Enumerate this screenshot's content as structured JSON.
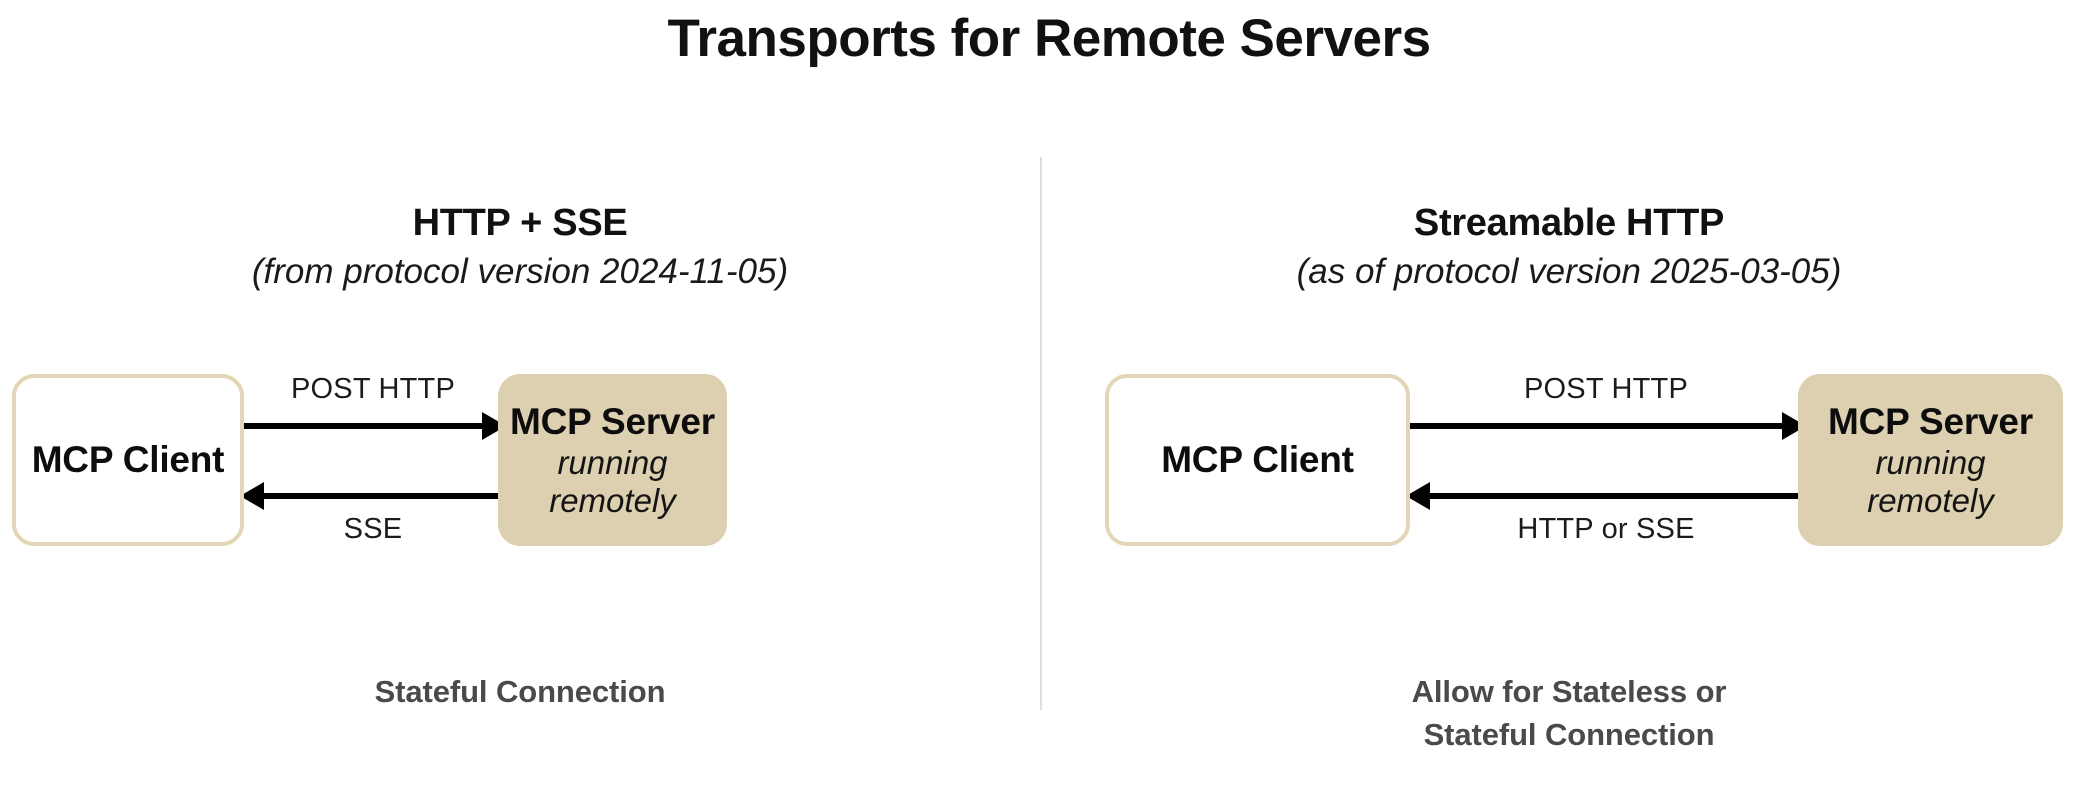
{
  "title": "Transports for Remote Servers",
  "colors": {
    "server_fill": "#ddd0b0",
    "client_border": "#e2d6b6",
    "divider": "#dddddd",
    "footer_text": "#4a4a4a",
    "arrow": "#000000",
    "background": "#ffffff"
  },
  "divider": {
    "present": true
  },
  "panels": [
    {
      "id": "http-sse",
      "name": "HTTP + SSE",
      "version": "(from protocol version 2024-11-05)",
      "client": {
        "title": "MCP Client"
      },
      "server": {
        "title": "MCP Server",
        "subtitle_line1": "running",
        "subtitle_line2": "remotely"
      },
      "arrows": {
        "request_label": "POST HTTP",
        "request_direction": "client-to-server",
        "response_label": "SSE",
        "response_direction": "server-to-client"
      },
      "footer_line1": "Stateful Connection",
      "footer_line2": ""
    },
    {
      "id": "streamable-http",
      "name": "Streamable HTTP",
      "version": "(as of protocol version 2025-03-05)",
      "client": {
        "title": "MCP Client"
      },
      "server": {
        "title": "MCP Server",
        "subtitle_line1": "running",
        "subtitle_line2": "remotely"
      },
      "arrows": {
        "request_label": "POST HTTP",
        "request_direction": "client-to-server",
        "response_label": "HTTP or SSE",
        "response_direction": "server-to-client"
      },
      "footer_line1": "Allow for Stateless or",
      "footer_line2": "Stateful Connection"
    }
  ]
}
